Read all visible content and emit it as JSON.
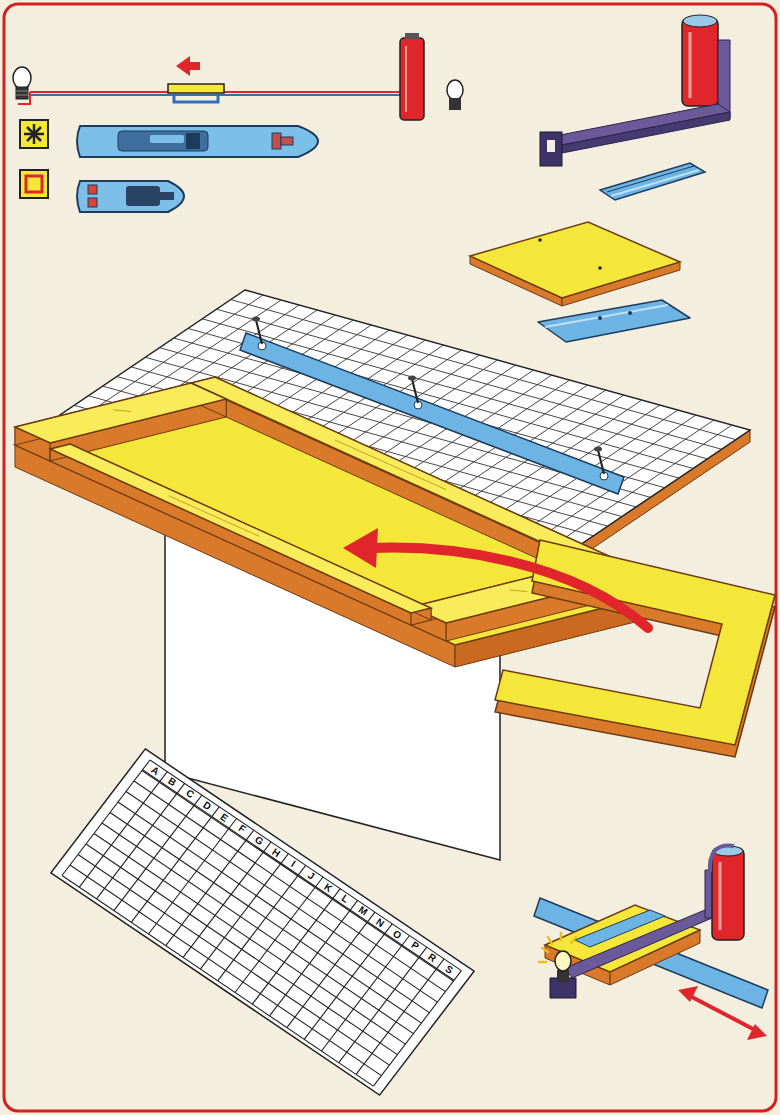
{
  "diagram": {
    "labels": [
      "A",
      "B",
      "C",
      "D",
      "E",
      "F",
      "G",
      "H",
      "I",
      "J",
      "K",
      "L",
      "M",
      "N",
      "O",
      "P",
      "R",
      "S"
    ]
  }
}
